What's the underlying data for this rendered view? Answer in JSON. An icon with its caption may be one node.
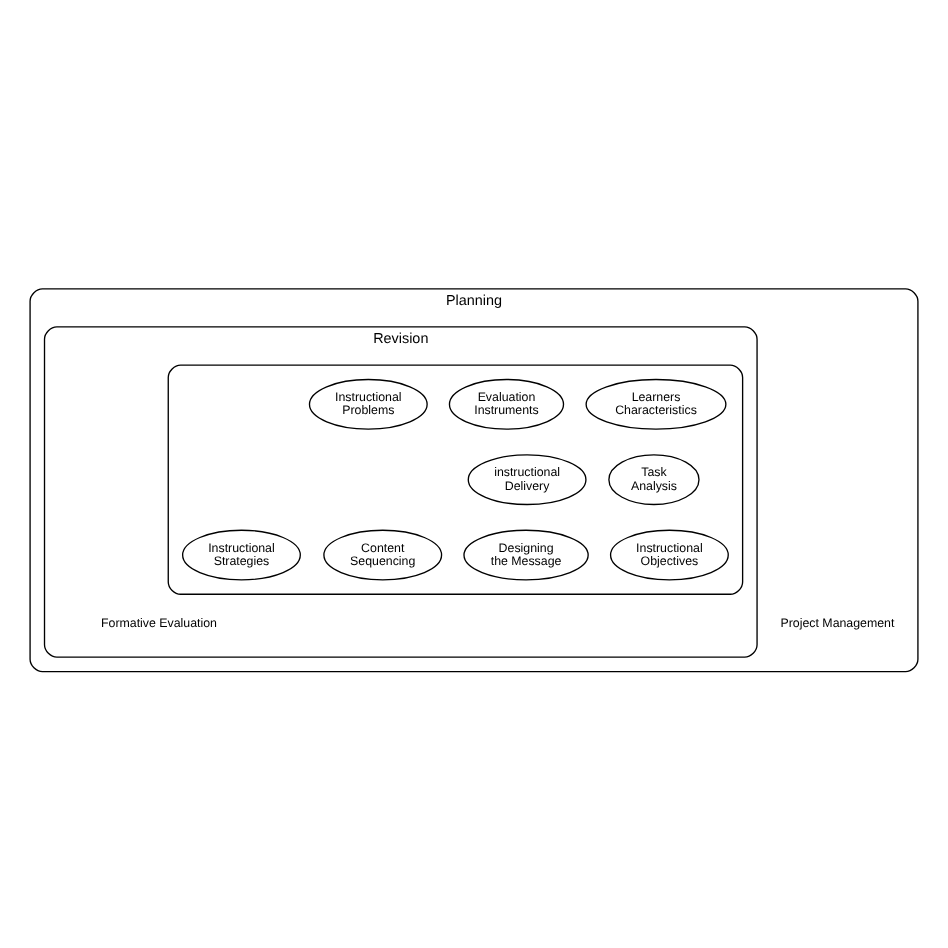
{
  "diagram": {
    "nodes": [
      {
        "text": [
          "Planning",
          "Project Management"
        ]
      },
      {
        "text": [
          "Revision",
          "Formative Evaluation"
        ],
        "in": 0
      },
      {
        "text": [],
        "shape": "ellipse",
        "in": 1
      },
      {
        "text": [
          "Instructional Problems"
        ],
        "in": 2
      },
      {
        "text": [
          "Learners Characteristics"
        ],
        "in": 2
      },
      {
        "text": [
          "Task Analysis"
        ],
        "in": 2
      },
      {
        "text": [
          "Instructional Objectives"
        ],
        "in": 2
      },
      {
        "text": [
          "Content Sequencing"
        ],
        "in": 2
      },
      {
        "text": [
          "Instructional Strategies"
        ],
        "in": 2
      },
      {
        "text": [
          "Designing the Message"
        ],
        "in": 2
      },
      {
        "text": [
          "instructional Delivery"
        ],
        "in": 2
      },
      {
        "text": [
          "Evaluation Instruments"
        ],
        "in": 2
      }
    ],
    "edges": []
  }
}
